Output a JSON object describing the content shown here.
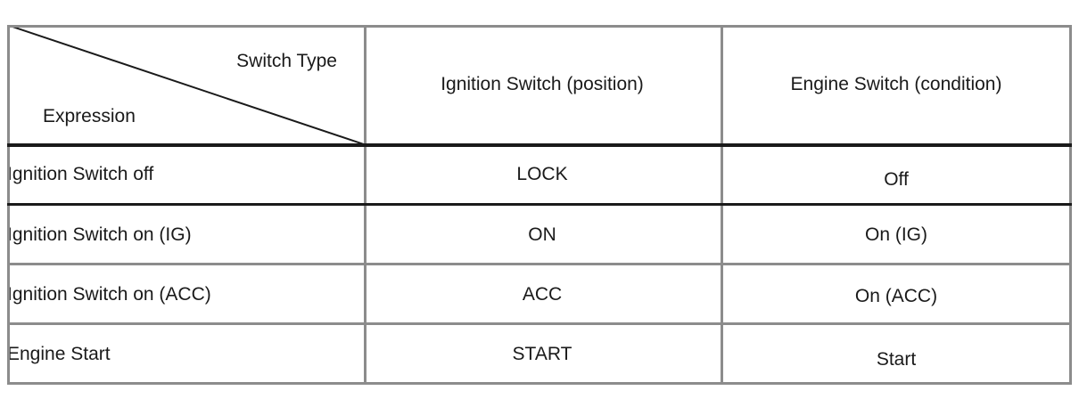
{
  "table": {
    "corner": {
      "top_right_label": "Switch Type",
      "bottom_left_label": "Expression",
      "diagonal": "diagonal-divider-line"
    },
    "columns": [
      "Ignition Switch (position)",
      "Engine Switch (condition)"
    ],
    "rows": [
      {
        "expression": "Ignition Switch off",
        "ignition_switch_position": "LOCK",
        "engine_switch_condition": "Off"
      },
      {
        "expression": "Ignition Switch on (IG)",
        "ignition_switch_position": "ON",
        "engine_switch_condition": "On (IG)"
      },
      {
        "expression": "Ignition Switch on (ACC)",
        "ignition_switch_position": "ACC",
        "engine_switch_condition": "On (ACC)"
      },
      {
        "expression": "Engine Start",
        "ignition_switch_position": "START",
        "engine_switch_condition": "Start"
      }
    ]
  },
  "colors": {
    "text": "#1a1a1a",
    "outer_border": "#8c8c8c",
    "header_rule": "#1a1a1a",
    "light_rule": "#8c8c8c",
    "background": "#ffffff"
  }
}
